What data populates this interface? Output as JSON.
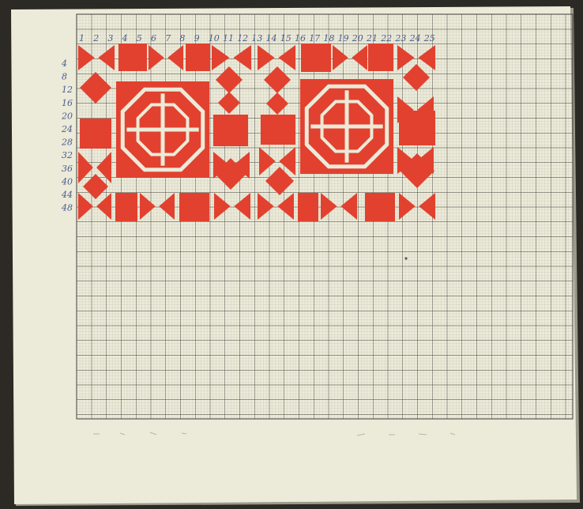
{
  "photo": {
    "subject": "embroidery-pattern-on-graph-paper",
    "colors": {
      "background": "#2c2a25",
      "paper": "#ecead8",
      "grid_line": "#3f3e3a",
      "grid_fine": "#a9a79a",
      "pattern_red": "#e2412f",
      "pencil_numbers": "#4a5c8f"
    }
  },
  "column_numbers": [
    "1",
    "2",
    "3",
    "4",
    "5",
    "6",
    "7",
    "8",
    "9",
    "10",
    "11",
    "12",
    "13",
    "14",
    "15",
    "16",
    "17",
    "18",
    "19",
    "20",
    "21",
    "22",
    "23",
    "24",
    "25"
  ],
  "row_numbers": [
    "4",
    "8",
    "12",
    "16",
    "20",
    "24",
    "28",
    "32",
    "36",
    "40",
    "44",
    "48"
  ],
  "pattern": {
    "left_medallion": "square-with-cross-motif",
    "right_medallion": "square-with-cross-motif",
    "border_motifs": [
      "triangle-pair",
      "square",
      "diamond"
    ]
  }
}
